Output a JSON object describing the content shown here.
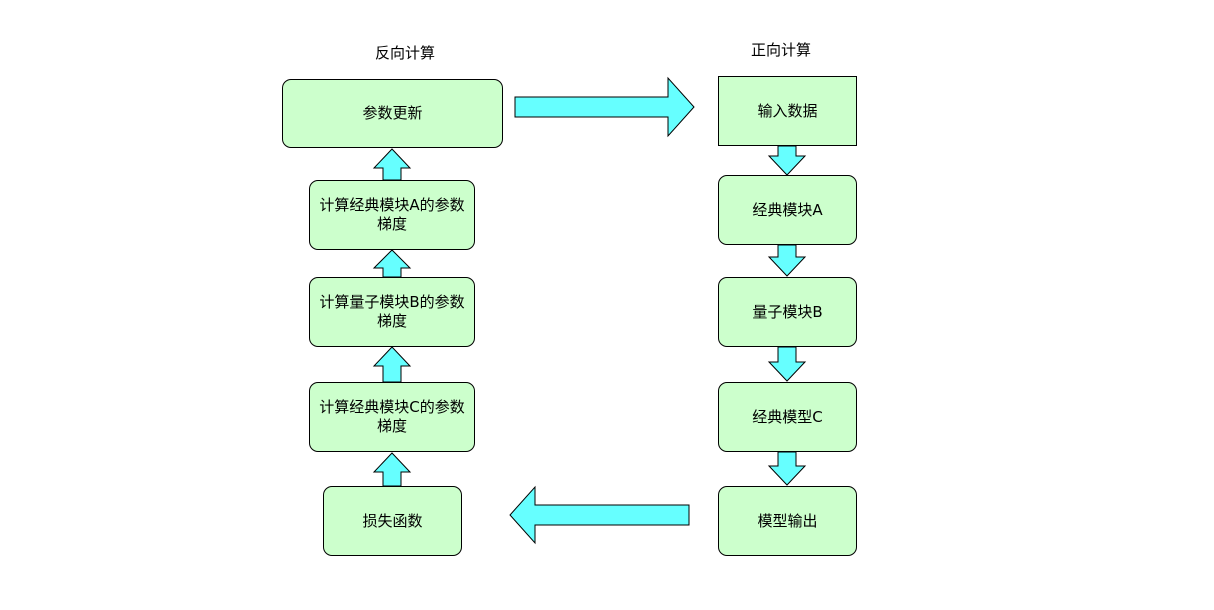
{
  "titles": {
    "backward": "反向计算",
    "forward": "正向计算"
  },
  "backward": {
    "update": "参数更新",
    "grad_a": "计算经典模块A的参数梯度",
    "grad_b": "计算量子模块B的参数梯度",
    "grad_c": "计算经典模块C的参数梯度",
    "loss": "损失函数"
  },
  "forward": {
    "input": "输入数据",
    "module_a": "经典模块A",
    "module_b": "量子模块B",
    "module_c": "经典模型C",
    "output": "模型输出"
  },
  "colors": {
    "node_fill": "#ccffcc",
    "arrow_fill": "#66ffff",
    "stroke": "#000000"
  }
}
